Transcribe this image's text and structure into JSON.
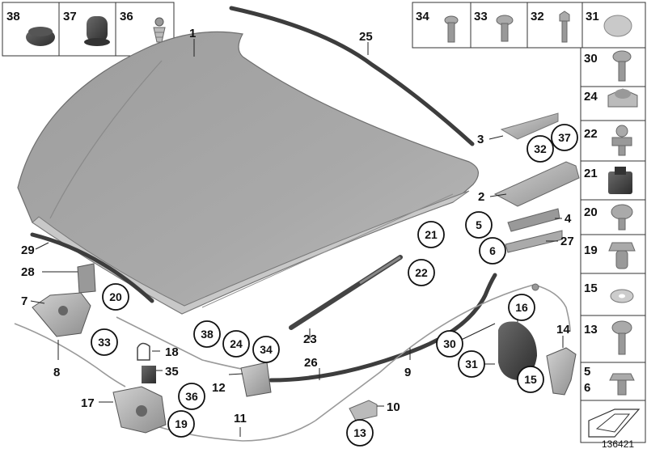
{
  "diagram": {
    "reference_number": "136421",
    "top_left_box": [
      "38",
      "37",
      "36"
    ],
    "top_right_box": [
      "34",
      "33",
      "32",
      "31"
    ],
    "right_column": [
      "30",
      "24",
      "22",
      "21",
      "20",
      "19",
      "15",
      "13",
      "5",
      "6"
    ],
    "circled_labels": [
      "37",
      "32",
      "21",
      "5",
      "6",
      "22",
      "20",
      "33",
      "38",
      "24",
      "34",
      "16",
      "30",
      "31",
      "15",
      "36",
      "19",
      "13"
    ],
    "callouts": [
      "1",
      "25",
      "3",
      "2",
      "4",
      "27",
      "29",
      "28",
      "7",
      "8",
      "23",
      "26",
      "9",
      "18",
      "35",
      "12",
      "17",
      "11",
      "10",
      "14"
    ]
  }
}
